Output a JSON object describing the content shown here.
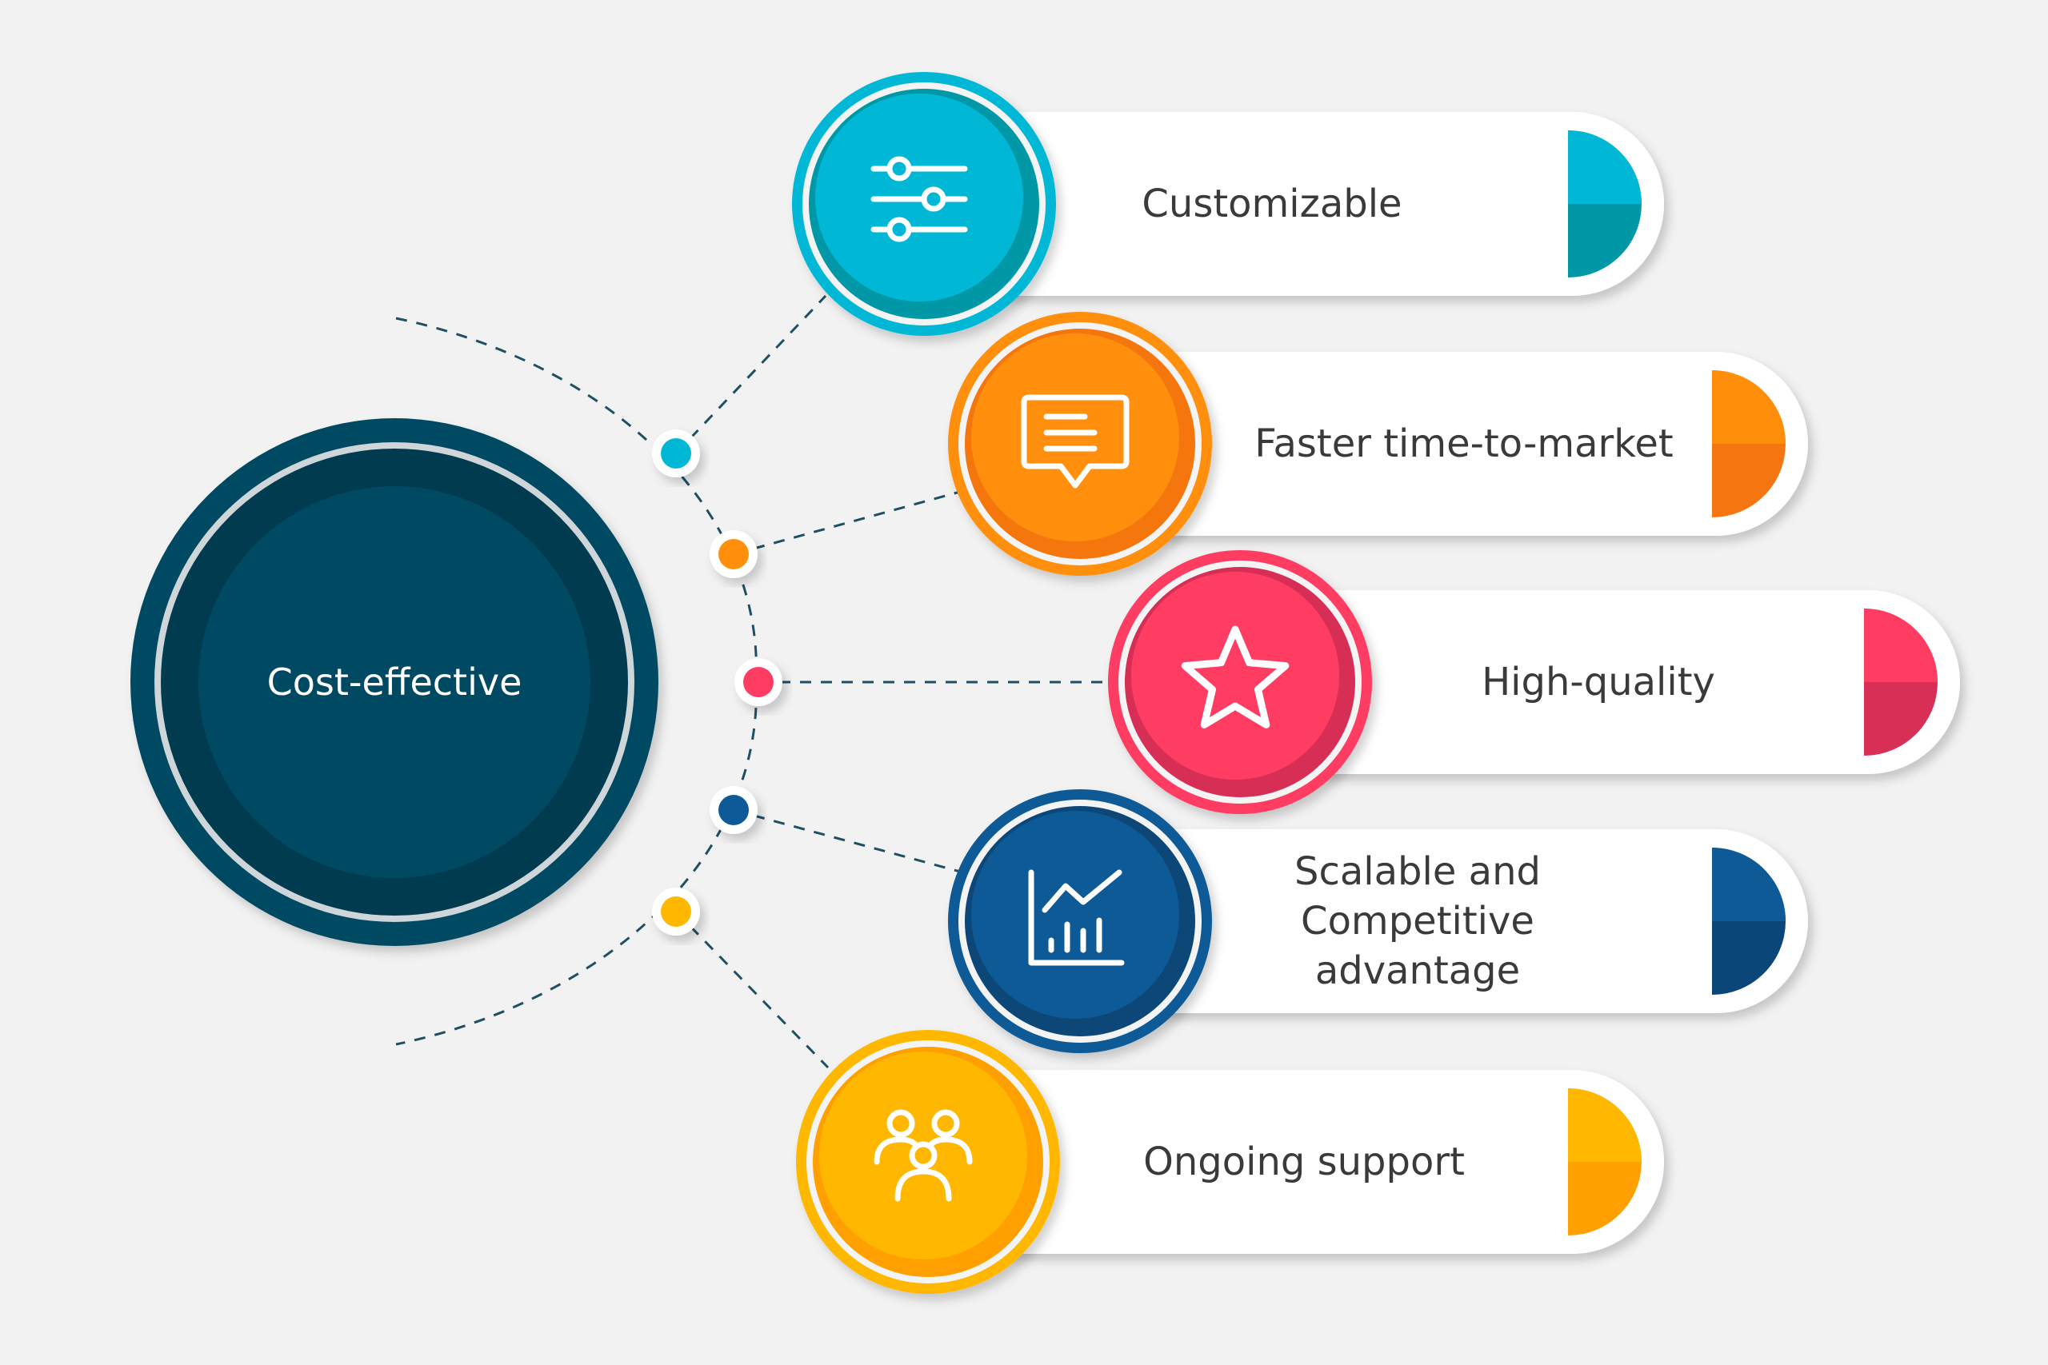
{
  "center": {
    "label": "Cost-effective",
    "color": "#044862"
  },
  "items": [
    {
      "label": "Customizable",
      "icon": "sliders-icon",
      "color": "#00b8d6",
      "dark": "#0097a7"
    },
    {
      "label": "Faster time-to-market",
      "icon": "chat-message-icon",
      "color": "#ff8f0a",
      "dark": "#f57611"
    },
    {
      "label": "High-quality",
      "icon": "star-icon",
      "color": "#ff3d63",
      "dark": "#d72f56"
    },
    {
      "label": "Scalable and\nCompetitive\nadvantage",
      "icon": "growth-chart-icon",
      "color": "#0e5a97",
      "dark": "#0a4677"
    },
    {
      "label": "Ongoing support",
      "icon": "team-icon",
      "color": "#ffb700",
      "dark": "#ffa000"
    }
  ]
}
